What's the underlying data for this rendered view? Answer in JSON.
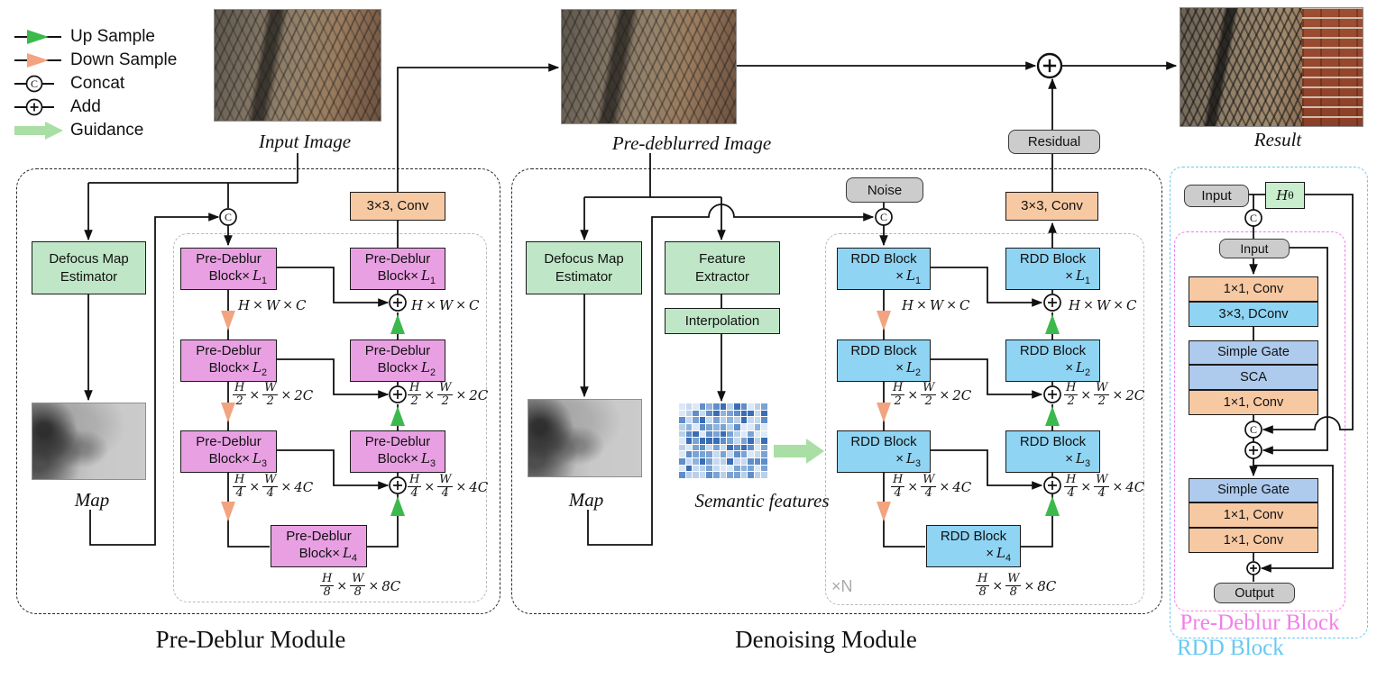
{
  "legend": {
    "items": [
      {
        "label": "Up Sample",
        "icon": "up-sample-arrow"
      },
      {
        "label": "Down Sample",
        "icon": "down-sample-arrow"
      },
      {
        "label": "Concat",
        "icon": "concat-circle"
      },
      {
        "label": "Add",
        "icon": "add-circle"
      },
      {
        "label": "Guidance",
        "icon": "guidance-arrow"
      }
    ]
  },
  "symbols": {
    "concat": "C",
    "add": "+",
    "times": "×"
  },
  "header": {
    "input_caption": "Input Image",
    "predeblurred_caption": "Pre-deblurred Image",
    "result_caption": "Result"
  },
  "pre_deblur_module": {
    "title": "Pre-Deblur Module",
    "estimator": {
      "line1": "Defocus Map",
      "line2": "Estimator"
    },
    "map_caption": "Map",
    "conv_label": "3×3, Conv",
    "encoder_blocks": [
      {
        "line1": "Pre-Deblur",
        "line2_prefix": "Block×",
        "var": "L",
        "sub": "1"
      },
      {
        "line1": "Pre-Deblur",
        "line2_prefix": "Block×",
        "var": "L",
        "sub": "2"
      },
      {
        "line1": "Pre-Deblur",
        "line2_prefix": "Block×",
        "var": "L",
        "sub": "3"
      }
    ],
    "decoder_blocks": [
      {
        "line1": "Pre-Deblur",
        "line2_prefix": "Block×",
        "var": "L",
        "sub": "1"
      },
      {
        "line1": "Pre-Deblur",
        "line2_prefix": "Block×",
        "var": "L",
        "sub": "2"
      },
      {
        "line1": "Pre-Deblur",
        "line2_prefix": "Block×",
        "var": "L",
        "sub": "3"
      }
    ],
    "bottleneck_block": {
      "line1": "Pre-Deblur",
      "line2_prefix": "Block×",
      "var": "L",
      "sub": "4"
    },
    "encoder_dims": [
      "H × W × C",
      "H/2 × W/2 × 2C",
      "H/4 × W/4 × 4C"
    ],
    "decoder_dims": [
      "H × W × C",
      "H/2 × W/2 × 2C",
      "H/4 × W/4 × 4C"
    ],
    "bottleneck_dim": "H/8 × W/8 × 8C"
  },
  "denoising_module": {
    "title": "Denoising Module",
    "estimator": {
      "line1": "Defocus Map",
      "line2": "Estimator"
    },
    "feature_extractor": {
      "line1": "Feature",
      "line2": "Extractor"
    },
    "interpolation_label": "Interpolation",
    "map_caption": "Map",
    "semantic_caption": "Semantic features",
    "noise_label": "Noise",
    "residual_label": "Residual",
    "conv_label": "3×3, Conv",
    "repeat_label": "×N",
    "encoder_blocks": [
      {
        "line1": "RDD Block",
        "line2_prefix": "×",
        "var": "L",
        "sub": "1"
      },
      {
        "line1": "RDD Block",
        "line2_prefix": "×",
        "var": "L",
        "sub": "2"
      },
      {
        "line1": "RDD Block",
        "line2_prefix": "×",
        "var": "L",
        "sub": "3"
      }
    ],
    "decoder_blocks": [
      {
        "line1": "RDD Block",
        "line2_prefix": "×",
        "var": "L",
        "sub": "1"
      },
      {
        "line1": "RDD Block",
        "line2_prefix": "×",
        "var": "L",
        "sub": "2"
      },
      {
        "line1": "RDD Block",
        "line2_prefix": "×",
        "var": "L",
        "sub": "3"
      }
    ],
    "bottleneck_block": {
      "line1": "RDD Block",
      "line2_prefix": "×",
      "var": "L",
      "sub": "4"
    },
    "encoder_dims": [
      "H × W × C",
      "H/2 × W/2 × 2C",
      "H/4 × W/4 × 4C"
    ],
    "decoder_dims": [
      "H × W × C",
      "H/2 × W/2 × 2C",
      "H/4 × W/4 × 4C"
    ],
    "bottleneck_dim": "H/8 × W/8 × 8C"
  },
  "block_detail": {
    "outer_title": "RDD Block",
    "inner_title": "Pre-Deblur Block",
    "input_label": "Input",
    "hypernet_label": "H",
    "hypernet_sub": "θ",
    "inner_input_label": "Input",
    "layers_top": [
      {
        "label": "1×1, Conv",
        "type": "conv"
      },
      {
        "label": "3×3, DConv",
        "type": "dconv"
      }
    ],
    "layers_mid": [
      {
        "label": "Simple Gate",
        "type": "gate"
      },
      {
        "label": "SCA",
        "type": "gate"
      },
      {
        "label": "1×1, Conv",
        "type": "conv"
      }
    ],
    "layers_bottom": [
      {
        "label": "Simple Gate",
        "type": "gate"
      },
      {
        "label": "1×1, Conv",
        "type": "conv"
      },
      {
        "label": "1×1, Conv",
        "type": "conv"
      }
    ],
    "output_label": "Output"
  },
  "colors": {
    "pre_deblur_block": "#E9A0E3",
    "rdd_block": "#8FD4F3",
    "conv": "#F7C9A3",
    "gate": "#AECBEE",
    "green_box": "#BFE7C7",
    "hypernet": "#C9EECD",
    "gray_box": "#CCCCCC",
    "upsample_arrow": "#3CB94C",
    "downsample_arrow": "#F2A380",
    "guidance_arrow": "#A9DFA4",
    "rdd_outline": "#66C9F3",
    "pre_deblur_outline": "#F27FEA",
    "line": "#111111",
    "semantic_palette": [
      "#dce8f5",
      "#b9d0ea",
      "#8fb3dc",
      "#5f8ec9",
      "#3a6db5",
      "#7aa3d4",
      "#c7d9ee"
    ]
  }
}
